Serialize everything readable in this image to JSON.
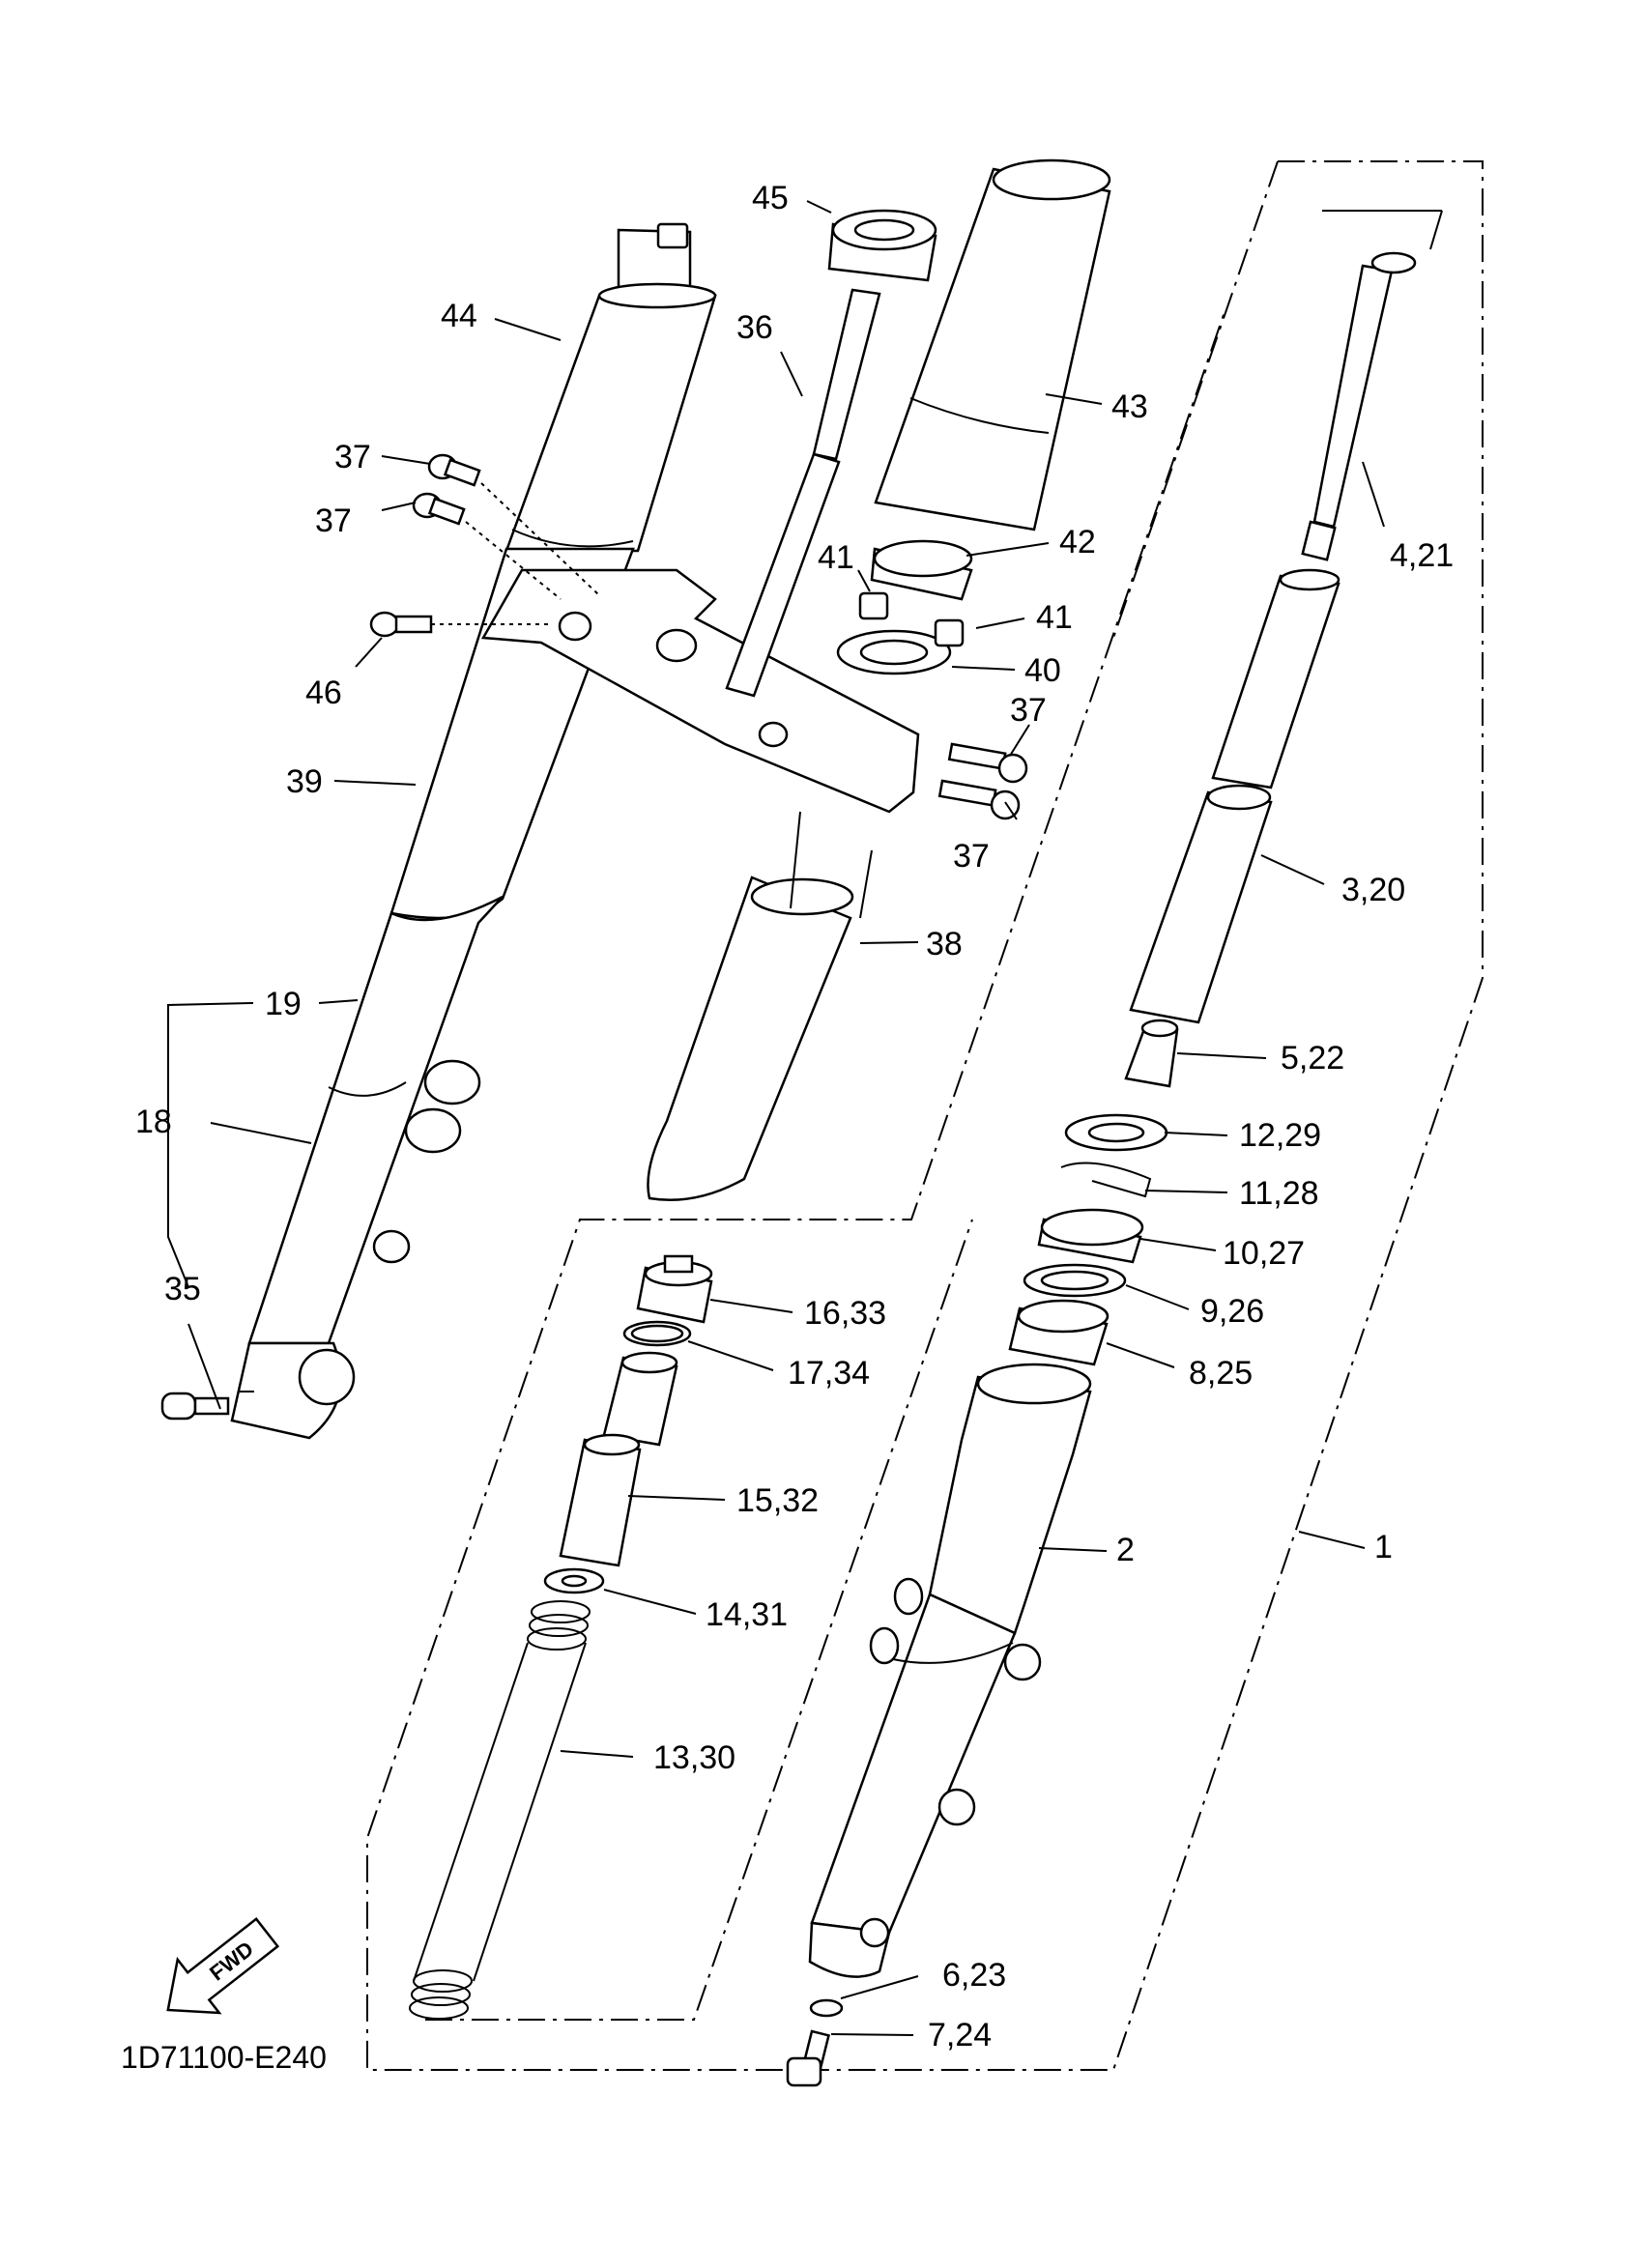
{
  "diagram": {
    "code": "1D71100-E240",
    "fwd_label": "FWD",
    "callouts": [
      {
        "id": "c1",
        "text": "1"
      },
      {
        "id": "c2",
        "text": "2"
      },
      {
        "id": "c3",
        "text": "3,20"
      },
      {
        "id": "c4",
        "text": "4,21"
      },
      {
        "id": "c5",
        "text": "5,22"
      },
      {
        "id": "c6",
        "text": "6,23"
      },
      {
        "id": "c7",
        "text": "7,24"
      },
      {
        "id": "c8",
        "text": "8,25"
      },
      {
        "id": "c9",
        "text": "9,26"
      },
      {
        "id": "c10",
        "text": "10,27"
      },
      {
        "id": "c11",
        "text": "11,28"
      },
      {
        "id": "c12",
        "text": "12,29"
      },
      {
        "id": "c13",
        "text": "13,30"
      },
      {
        "id": "c14",
        "text": "14,31"
      },
      {
        "id": "c15",
        "text": "15,32"
      },
      {
        "id": "c16",
        "text": "16,33"
      },
      {
        "id": "c17",
        "text": "17,34"
      },
      {
        "id": "c18",
        "text": "18"
      },
      {
        "id": "c19",
        "text": "19"
      },
      {
        "id": "c35",
        "text": "35"
      },
      {
        "id": "c36",
        "text": "36"
      },
      {
        "id": "c37a",
        "text": "37"
      },
      {
        "id": "c37b",
        "text": "37"
      },
      {
        "id": "c37c",
        "text": "37"
      },
      {
        "id": "c37d",
        "text": "37"
      },
      {
        "id": "c38",
        "text": "38"
      },
      {
        "id": "c39",
        "text": "39"
      },
      {
        "id": "c40",
        "text": "40"
      },
      {
        "id": "c41a",
        "text": "41"
      },
      {
        "id": "c41b",
        "text": "41"
      },
      {
        "id": "c42",
        "text": "42"
      },
      {
        "id": "c43",
        "text": "43"
      },
      {
        "id": "c44",
        "text": "44"
      },
      {
        "id": "c45",
        "text": "45"
      },
      {
        "id": "c46",
        "text": "46"
      }
    ]
  }
}
